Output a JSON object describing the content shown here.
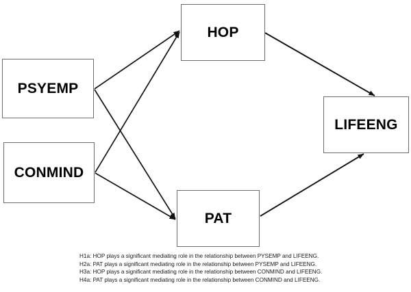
{
  "diagram": {
    "type": "path-model",
    "nodes": [
      {
        "id": "psyemp",
        "label": "PSYEMP",
        "role": "predictor"
      },
      {
        "id": "conmind",
        "label": "CONMIND",
        "role": "predictor"
      },
      {
        "id": "hop",
        "label": "HOP",
        "role": "mediator"
      },
      {
        "id": "pat",
        "label": "PAT",
        "role": "mediator"
      },
      {
        "id": "lifeeng",
        "label": "LIFEENG",
        "role": "outcome"
      }
    ],
    "edges": [
      {
        "from": "psyemp",
        "to": "hop",
        "arrow": true
      },
      {
        "from": "psyemp",
        "to": "pat",
        "arrow": true
      },
      {
        "from": "conmind",
        "to": "hop",
        "arrow": true
      },
      {
        "from": "conmind",
        "to": "pat",
        "arrow": true
      },
      {
        "from": "hop",
        "to": "lifeeng",
        "arrow": true
      },
      {
        "from": "pat",
        "to": "lifeeng",
        "arrow": true
      }
    ],
    "colors": {
      "box_border": "#6b6b6b",
      "box_fill": "#ffffff",
      "arrow": "#111111",
      "text": "#000000",
      "caption_text": "#161616"
    }
  },
  "hypotheses": [
    "H1a: HOP plays a significant mediating role in the relationship between PYSEMP and LIFEENG.",
    "H2a: PAT plays a significant mediating role in the relationship between PYSEMP and LIFEENG.",
    "H3a: HOP plays a significant mediating role in the relationship between CONMIND and LIFEENG.",
    "H4a: PAT plays a significant mediating role in the relationship between CONMIND and LIFEENG."
  ]
}
